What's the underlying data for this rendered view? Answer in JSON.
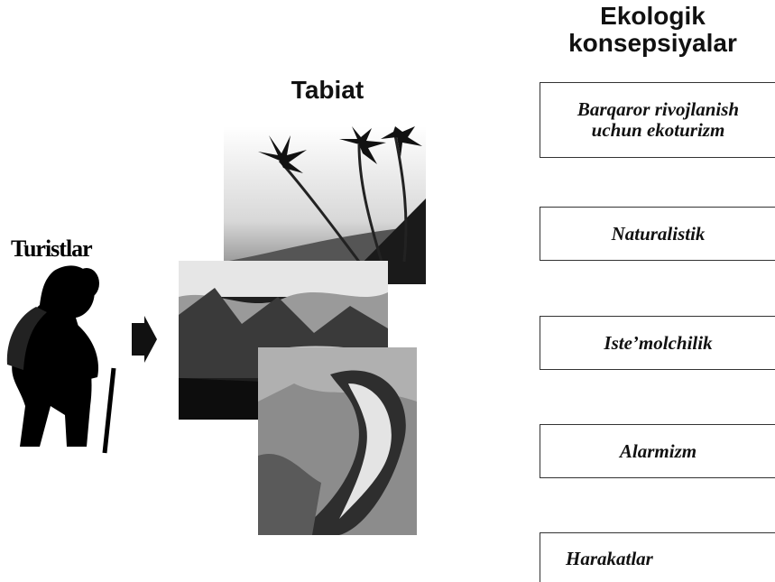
{
  "center_title": "Tabiat",
  "right_title_line1": "Ekologik",
  "right_title_line2": "konsepsiyalar",
  "left_label": "Turistlar",
  "concepts": [
    {
      "line1": "Barqaror rivojlanish",
      "line2": "uchun ekoturizm"
    },
    {
      "line1": "Naturalistik"
    },
    {
      "line1": "Iste’molchilik"
    },
    {
      "line1": "Alarmizm"
    },
    {
      "line1": "Harakatlar"
    }
  ],
  "colors": {
    "ink": "#111111",
    "box_border": "#333333",
    "background": "#ffffff"
  },
  "icons": [
    "hiker-silhouette",
    "right-arrow",
    "palm-trees-photo",
    "forest-lake-photo",
    "wave-photo"
  ]
}
